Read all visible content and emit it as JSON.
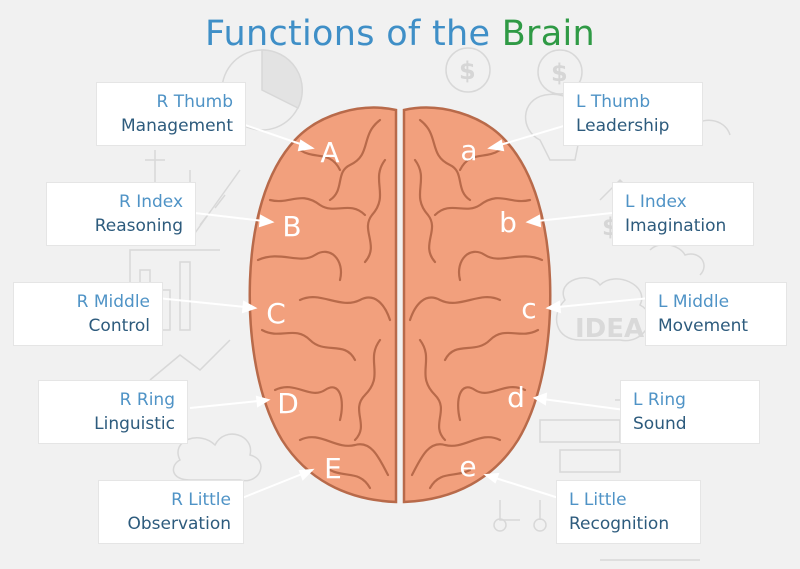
{
  "title": {
    "part1": "Functions of the",
    "part2": "Brain"
  },
  "colors": {
    "title_blue": "#3f8fc7",
    "title_green": "#2f9a45",
    "brain_fill": "#f2a07d",
    "brain_outline": "#b86a4a",
    "label_top": "#4f93c6",
    "label_bottom": "#2d5b7d"
  },
  "doodles": {
    "idea": "IDEA",
    "dollar": "$"
  },
  "left_labels": [
    {
      "line1": "R Thumb",
      "line2": "Management",
      "letter": "A"
    },
    {
      "line1": "R Index",
      "line2": "Reasoning",
      "letter": "B"
    },
    {
      "line1": "R Middle",
      "line2": "Control",
      "letter": "C"
    },
    {
      "line1": "R Ring",
      "line2": "Linguistic",
      "letter": "D"
    },
    {
      "line1": "R Little",
      "line2": "Observation",
      "letter": "E"
    }
  ],
  "right_labels": [
    {
      "line1": "L Thumb",
      "line2": "Leadership",
      "letter": "a"
    },
    {
      "line1": "L Index",
      "line2": "Imagination",
      "letter": "b"
    },
    {
      "line1": "L Middle",
      "line2": "Movement",
      "letter": "c"
    },
    {
      "line1": "L Ring",
      "line2": "Sound",
      "letter": "d"
    },
    {
      "line1": "L Little",
      "line2": "Recognition",
      "letter": "e"
    }
  ]
}
